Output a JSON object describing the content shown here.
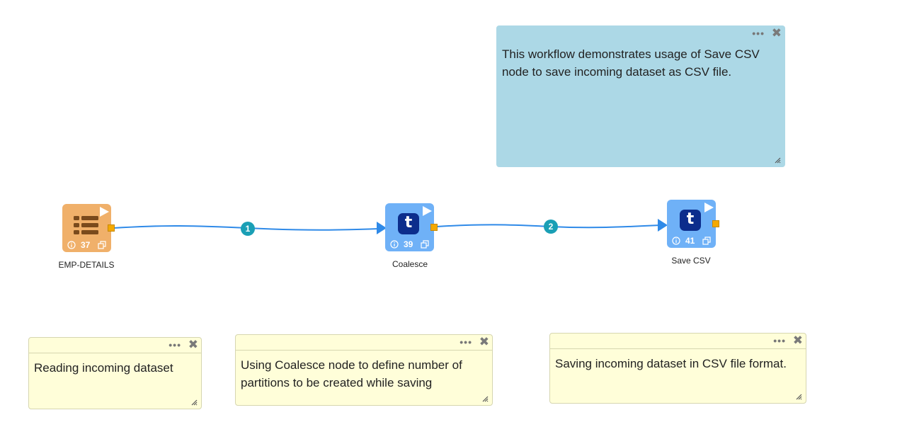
{
  "notes": {
    "description": "This workflow demonstrates usage of Save CSV node to save incoming dataset as CSV file.",
    "reading": "Reading incoming dataset",
    "coalesce": "Using Coalesce node to define number of partitions to be created while saving",
    "saving": "Saving incoming dataset in CSV file format.",
    "menu_glyph": "•••",
    "close_glyph": "✖"
  },
  "nodes": [
    {
      "label": "EMP-DETAILS",
      "id": "37",
      "type": "dataset",
      "color": "#f0b06a"
    },
    {
      "label": "Coalesce",
      "id": "39",
      "type": "transform",
      "icon_letter": "t",
      "color": "#6fb1f7"
    },
    {
      "label": "Save CSV",
      "id": "41",
      "type": "transform",
      "icon_letter": "t",
      "color": "#6fb1f7"
    }
  ],
  "edges": [
    {
      "label": "1",
      "from": "EMP-DETAILS",
      "to": "Coalesce"
    },
    {
      "label": "2",
      "from": "Coalesce",
      "to": "Save CSV"
    }
  ],
  "colors": {
    "edge": "#2f8ae8",
    "edge_badge": "#1a9fb5",
    "port": "#f4a900",
    "note_yellow": "#fffed9",
    "note_blue": "#acd8e6"
  }
}
